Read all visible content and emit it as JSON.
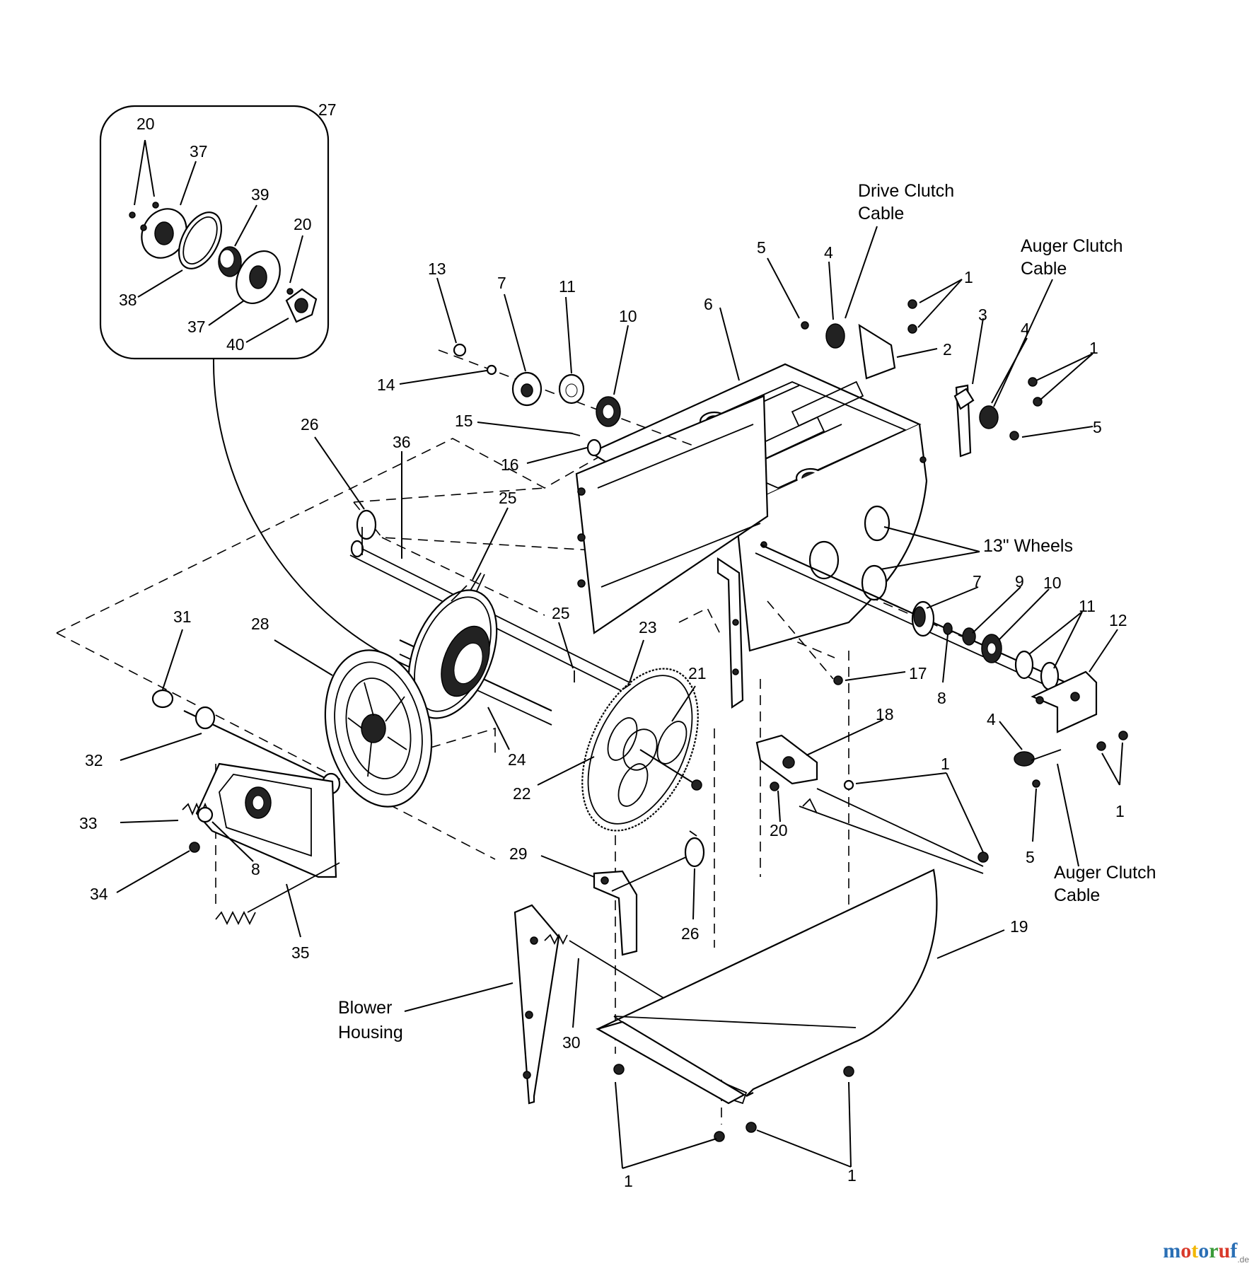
{
  "callouts": {
    "c1a": "1",
    "c1b": "1",
    "c1c": "1",
    "c1d": "1",
    "c1e": "1",
    "c1f": "1",
    "c2": "2",
    "c3": "3",
    "c4a": "4",
    "c4b": "4",
    "c4c": "4",
    "c5a": "5",
    "c5b": "5",
    "c5c": "5",
    "c6": "6",
    "c7a": "7",
    "c7b": "7",
    "c8a": "8",
    "c8b": "8",
    "c9": "9",
    "c10a": "10",
    "c10b": "10",
    "c11a": "11",
    "c11b": "11",
    "c12": "12",
    "c13": "13",
    "c14": "14",
    "c15": "15",
    "c16": "16",
    "c17": "17",
    "c18": "18",
    "c19": "19",
    "c20a": "20",
    "c20b": "20",
    "c20c": "20",
    "c21": "21",
    "c22": "22",
    "c23": "23",
    "c24": "24",
    "c25a": "25",
    "c25b": "25",
    "c26a": "26",
    "c26b": "26",
    "c27": "27",
    "c28": "28",
    "c29": "29",
    "c30": "30",
    "c31": "31",
    "c32": "32",
    "c33": "33",
    "c34": "34",
    "c35": "35",
    "c36": "36",
    "c37a": "37",
    "c37b": "37",
    "c38": "38",
    "c39": "39",
    "c40": "40"
  },
  "labels": {
    "drive_clutch_cable": [
      "Drive Clutch",
      "Cable"
    ],
    "auger_clutch_cable_top": [
      "Auger Clutch",
      "Cable"
    ],
    "auger_clutch_cable_bottom": [
      "Auger Clutch",
      "Cable"
    ],
    "wheels": "13\" Wheels",
    "blower_housing": [
      "Blower",
      "Housing"
    ]
  },
  "watermark": {
    "letters": [
      "m",
      "o",
      "t",
      "o",
      "r",
      "u",
      "f"
    ],
    "letter_colors": [
      "#2a6fb5",
      "#d93a2b",
      "#f2b705",
      "#2a6fb5",
      "#3a9b3a",
      "#d93a2b",
      "#2a6fb5"
    ],
    "suffix": ".de"
  }
}
